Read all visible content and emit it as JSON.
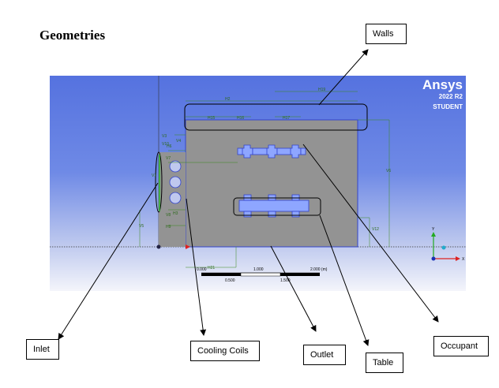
{
  "heading": "Geometries",
  "viewer": {
    "brand": "Ansys",
    "version": "2022 R2",
    "edition": "STUDENT"
  },
  "scale": {
    "labels": [
      "0.000",
      "1.000",
      "2.000 (m)",
      "0.500",
      "1.500"
    ]
  },
  "dimensions": [
    "H2",
    "V3",
    "H15",
    "H16",
    "H17",
    "V10",
    "V4",
    "H6",
    "H19",
    "V1",
    "V6",
    "V7",
    "V8",
    "V5",
    "H9",
    "V12",
    "H21",
    "H3"
  ],
  "axes": {
    "x": "X",
    "y": "Y"
  },
  "labels": {
    "walls": "Walls",
    "inlet": "Inlet",
    "cooling_coils": "Cooling Coils",
    "outlet": "Outlet",
    "table": "Table",
    "occupant": "Occupant"
  }
}
